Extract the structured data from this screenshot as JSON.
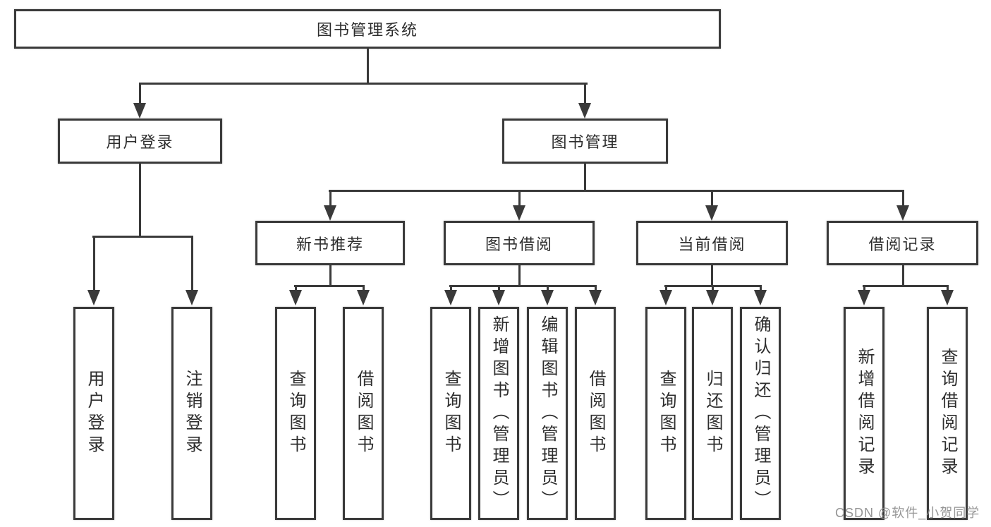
{
  "tree": {
    "label": "图书管理系统",
    "children": [
      {
        "label": "用户登录",
        "children": [
          {
            "label": "用户登录"
          },
          {
            "label": "注销登录"
          }
        ]
      },
      {
        "label": "图书管理",
        "children": [
          {
            "label": "新书推荐",
            "children": [
              {
                "label": "查询图书"
              },
              {
                "label": "借阅图书"
              }
            ]
          },
          {
            "label": "图书借阅",
            "children": [
              {
                "label": "查询图书"
              },
              {
                "label": "新增图书（管理员）"
              },
              {
                "label": "编辑图书（管理员）"
              },
              {
                "label": "借阅图书"
              }
            ]
          },
          {
            "label": "当前借阅",
            "children": [
              {
                "label": "查询图书"
              },
              {
                "label": "归还图书"
              },
              {
                "label": "确认归还（管理员）"
              }
            ]
          },
          {
            "label": "借阅记录",
            "children": [
              {
                "label": "新增借阅记录"
              },
              {
                "label": "查询借阅记录"
              }
            ]
          }
        ]
      }
    ]
  },
  "watermark": {
    "text": "CSDN @软件_小贺同学"
  },
  "colors": {
    "line": "#3a3a3a",
    "text": "#2d2d2d",
    "background": "#ffffff",
    "watermark": "#8c8c8c"
  }
}
